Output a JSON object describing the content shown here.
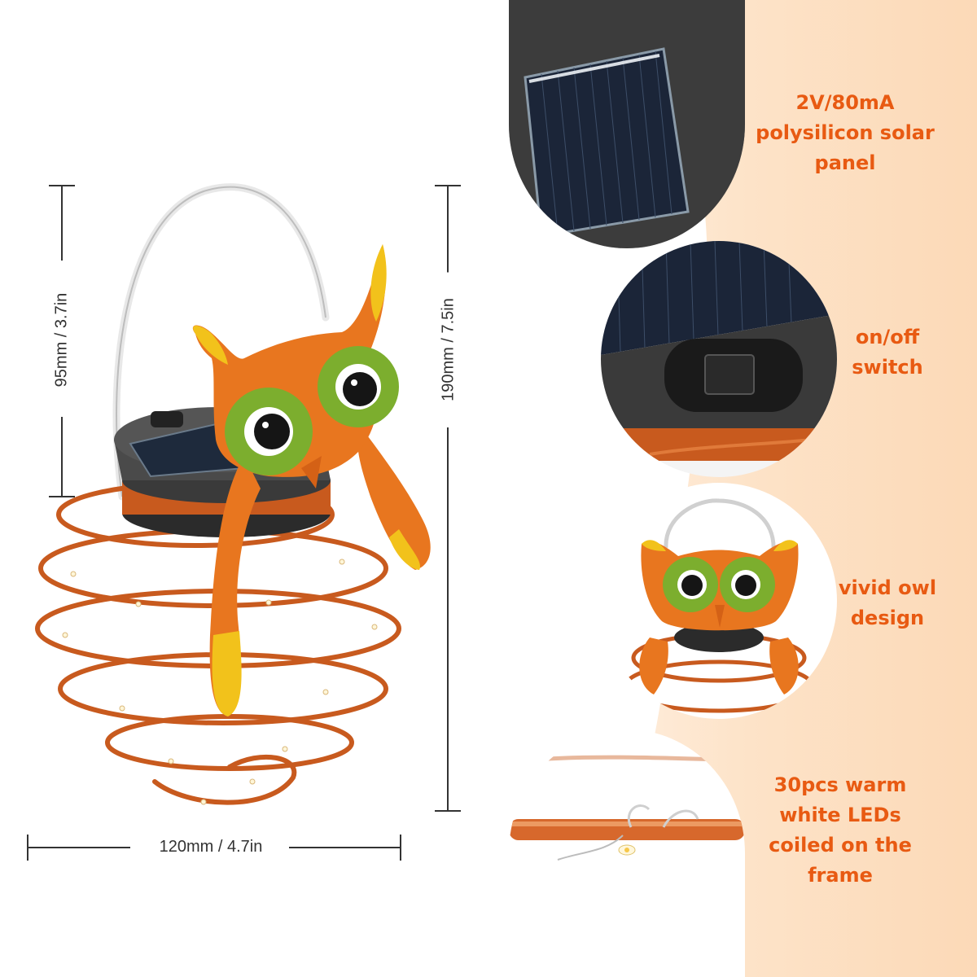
{
  "dimensions": {
    "top_height": "95mm / 3.7in",
    "total_height": "190mm / 7.5in",
    "width": "120mm / 4.7in"
  },
  "features": [
    {
      "lines": [
        "2V/80mA",
        "polysilicon solar",
        "panel"
      ],
      "icon": "solar-panel-closeup"
    },
    {
      "lines": [
        "on/off",
        "switch"
      ],
      "icon": "switch-closeup"
    },
    {
      "lines": [
        "vivid owl",
        "design"
      ],
      "icon": "owl-closeup"
    },
    {
      "lines": [
        "30pcs warm",
        "white LEDs",
        "coiled on the",
        "frame"
      ],
      "icon": "led-wire-closeup"
    }
  ],
  "colors": {
    "accent_text": "#e85a12",
    "wire_orange": "#c85a1e",
    "owl_orange": "#e8761f",
    "owl_yellow": "#f2c21b",
    "owl_green": "#7cae2e",
    "background_peach": "#fde3c8"
  }
}
